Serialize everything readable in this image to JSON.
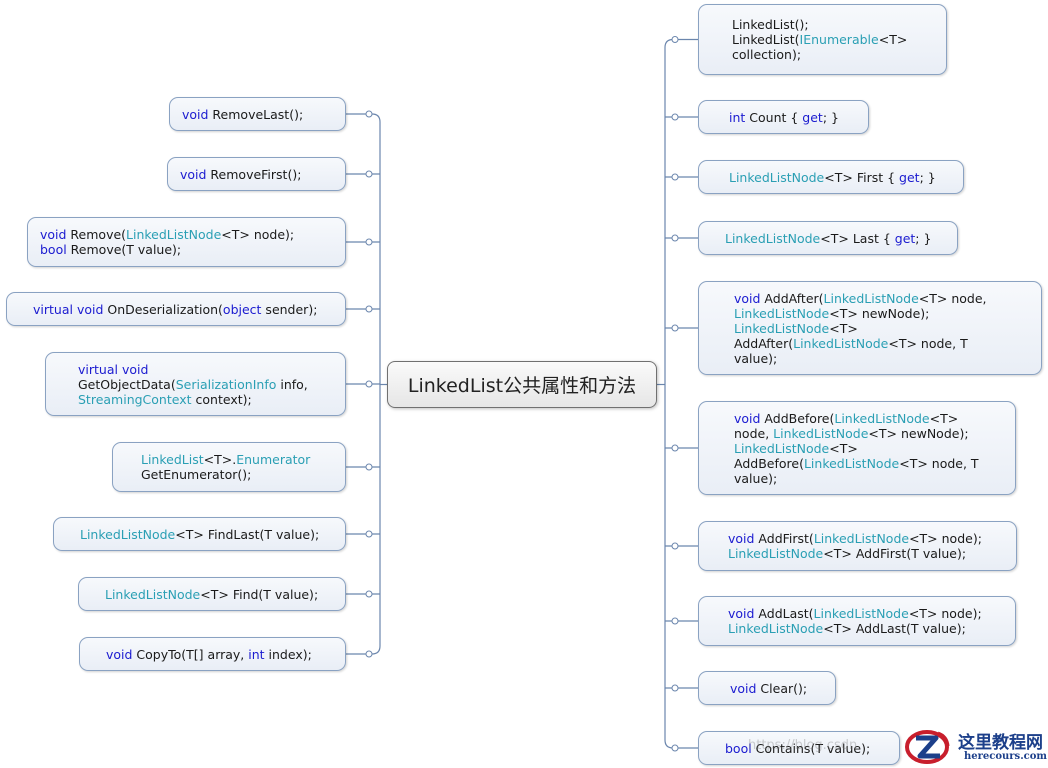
{
  "title": "LinkedList公共属性和方法",
  "left_nodes": [
    {
      "id": "remove-last",
      "lines": [
        [
          [
            "kw",
            "void"
          ],
          [
            "tx",
            " RemoveLast();"
          ]
        ]
      ]
    },
    {
      "id": "remove-first",
      "lines": [
        [
          [
            "kw",
            "void"
          ],
          [
            "tx",
            " RemoveFirst();"
          ]
        ]
      ]
    },
    {
      "id": "remove",
      "lines": [
        [
          [
            "kw",
            "void"
          ],
          [
            "tx",
            " Remove("
          ],
          [
            "ty",
            "LinkedListNode"
          ],
          [
            "tx",
            "<T> node);"
          ]
        ],
        [
          [
            "kw",
            "bool"
          ],
          [
            "tx",
            " Remove(T value);"
          ]
        ]
      ]
    },
    {
      "id": "on-deserialization",
      "lines": [
        [
          [
            "kw",
            "virtual"
          ],
          [
            "tx",
            " "
          ],
          [
            "kw",
            "void"
          ],
          [
            "tx",
            " OnDeserialization("
          ],
          [
            "kw",
            "object"
          ],
          [
            "tx",
            " sender);"
          ]
        ]
      ]
    },
    {
      "id": "get-object-data",
      "lines": [
        [
          [
            "kw",
            "virtual"
          ],
          [
            "tx",
            " "
          ],
          [
            "kw",
            "void"
          ]
        ],
        [
          [
            "tx",
            "GetObjectData("
          ],
          [
            "ty",
            "SerializationInfo"
          ],
          [
            "tx",
            " info,"
          ]
        ],
        [
          [
            "ty",
            "StreamingContext"
          ],
          [
            "tx",
            " context);"
          ]
        ]
      ]
    },
    {
      "id": "get-enumerator",
      "lines": [
        [
          [
            "ty",
            "LinkedList"
          ],
          [
            "tx",
            "<T>."
          ],
          [
            "ty",
            "Enumerator"
          ]
        ],
        [
          [
            "tx",
            "GetEnumerator();"
          ]
        ]
      ]
    },
    {
      "id": "find-last",
      "lines": [
        [
          [
            "ty",
            "LinkedListNode"
          ],
          [
            "tx",
            "<T> FindLast(T value);"
          ]
        ]
      ]
    },
    {
      "id": "find",
      "lines": [
        [
          [
            "ty",
            "LinkedListNode"
          ],
          [
            "tx",
            "<T> Find(T value);"
          ]
        ]
      ]
    },
    {
      "id": "copy-to",
      "lines": [
        [
          [
            "kw",
            "void"
          ],
          [
            "tx",
            " CopyTo(T[] array, "
          ],
          [
            "kw",
            "int"
          ],
          [
            "tx",
            " index);"
          ]
        ]
      ]
    }
  ],
  "right_nodes": [
    {
      "id": "constructors",
      "lines": [
        [
          [
            "tx",
            "LinkedList();"
          ]
        ],
        [
          [
            "tx",
            "LinkedList("
          ],
          [
            "ty",
            "IEnumerable"
          ],
          [
            "tx",
            "<T>"
          ]
        ],
        [
          [
            "tx",
            "collection);"
          ]
        ]
      ]
    },
    {
      "id": "count",
      "lines": [
        [
          [
            "kw",
            "int"
          ],
          [
            "tx",
            " Count { "
          ],
          [
            "kw",
            "get"
          ],
          [
            "tx",
            "; }"
          ]
        ]
      ]
    },
    {
      "id": "first",
      "lines": [
        [
          [
            "ty",
            "LinkedListNode"
          ],
          [
            "tx",
            "<T> First { "
          ],
          [
            "kw",
            "get"
          ],
          [
            "tx",
            "; }"
          ]
        ]
      ]
    },
    {
      "id": "last",
      "lines": [
        [
          [
            "ty",
            "LinkedListNode"
          ],
          [
            "tx",
            "<T> Last { "
          ],
          [
            "kw",
            "get"
          ],
          [
            "tx",
            "; }"
          ]
        ]
      ]
    },
    {
      "id": "add-after",
      "lines": [
        [
          [
            "kw",
            "void"
          ],
          [
            "tx",
            " AddAfter("
          ],
          [
            "ty",
            "LinkedListNode"
          ],
          [
            "tx",
            "<T> node,"
          ]
        ],
        [
          [
            "ty",
            "LinkedListNode"
          ],
          [
            "tx",
            "<T> newNode);"
          ]
        ],
        [
          [
            "ty",
            "LinkedListNode"
          ],
          [
            "tx",
            "<T>"
          ]
        ],
        [
          [
            "tx",
            "AddAfter("
          ],
          [
            "ty",
            "LinkedListNode"
          ],
          [
            "tx",
            "<T> node, T"
          ]
        ],
        [
          [
            "tx",
            "value);"
          ]
        ]
      ]
    },
    {
      "id": "add-before",
      "lines": [
        [
          [
            "kw",
            "void"
          ],
          [
            "tx",
            " AddBefore("
          ],
          [
            "ty",
            "LinkedListNode"
          ],
          [
            "tx",
            "<T>"
          ]
        ],
        [
          [
            "tx",
            "node, "
          ],
          [
            "ty",
            "LinkedListNode"
          ],
          [
            "tx",
            "<T> newNode);"
          ]
        ],
        [
          [
            "ty",
            "LinkedListNode"
          ],
          [
            "tx",
            "<T>"
          ]
        ],
        [
          [
            "tx",
            "AddBefore("
          ],
          [
            "ty",
            "LinkedListNode"
          ],
          [
            "tx",
            "<T> node, T"
          ]
        ],
        [
          [
            "tx",
            "value);"
          ]
        ]
      ]
    },
    {
      "id": "add-first",
      "lines": [
        [
          [
            "kw",
            "void"
          ],
          [
            "tx",
            " AddFirst("
          ],
          [
            "ty",
            "LinkedListNode"
          ],
          [
            "tx",
            "<T> node);"
          ]
        ],
        [
          [
            "ty",
            "LinkedListNode"
          ],
          [
            "tx",
            "<T> AddFirst(T value);"
          ]
        ]
      ]
    },
    {
      "id": "add-last",
      "lines": [
        [
          [
            "kw",
            "void"
          ],
          [
            "tx",
            " AddLast("
          ],
          [
            "ty",
            "LinkedListNode"
          ],
          [
            "tx",
            "<T> node);"
          ]
        ],
        [
          [
            "ty",
            "LinkedListNode"
          ],
          [
            "tx",
            "<T> AddLast(T value);"
          ]
        ]
      ]
    },
    {
      "id": "clear",
      "lines": [
        [
          [
            "kw",
            "void"
          ],
          [
            "tx",
            " Clear();"
          ]
        ]
      ]
    },
    {
      "id": "contains",
      "lines": [
        [
          [
            "kw",
            "bool"
          ],
          [
            "tx",
            " Contains(T value);"
          ]
        ]
      ]
    }
  ],
  "watermark": {
    "cn": "这里教程网",
    "en": "herecours.com",
    "faint": "https://blog.csdn"
  },
  "colors": {
    "keyword": "#1b1bd0",
    "type": "#2a9fb4",
    "text": "#1a1a1a",
    "connector": "#6b86ad"
  }
}
